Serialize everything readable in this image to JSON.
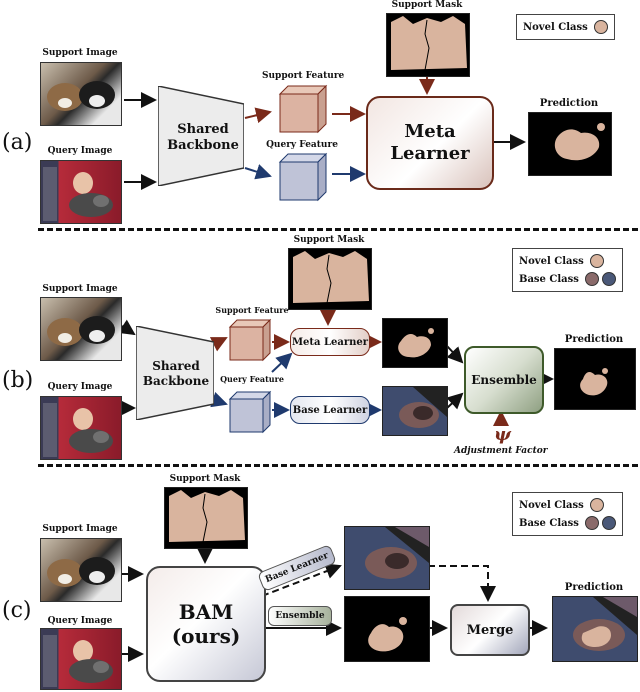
{
  "panels": {
    "a": "(a)",
    "b": "(b)",
    "c": "(c)"
  },
  "labels": {
    "support_image": "Support Image",
    "query_image": "Query Image",
    "support_mask": "Support Mask",
    "support_feature": "Support Feature",
    "query_feature": "Query Feature",
    "prediction": "Prediction",
    "shared_backbone_l1": "Shared",
    "shared_backbone_l2": "Backbone",
    "meta_learner_l1": "Meta",
    "meta_learner_l2": "Learner",
    "meta_learner": "Meta Learner",
    "base_learner": "Base Learner",
    "ensemble": "Ensemble",
    "psi": "ψ",
    "adjustment_factor": "Adjustment Factor",
    "bam_l1": "BAM",
    "bam_l2": "(ours)",
    "merge": "Merge"
  },
  "legend": {
    "novel_class": "Novel Class",
    "base_class": "Base Class"
  },
  "colors": {
    "novel": "#d9b49e",
    "base_1": "#8a6a6a",
    "base_2": "#4a5878",
    "support_arrow": "#7a2a1a",
    "query_arrow": "#1f3a6e"
  }
}
